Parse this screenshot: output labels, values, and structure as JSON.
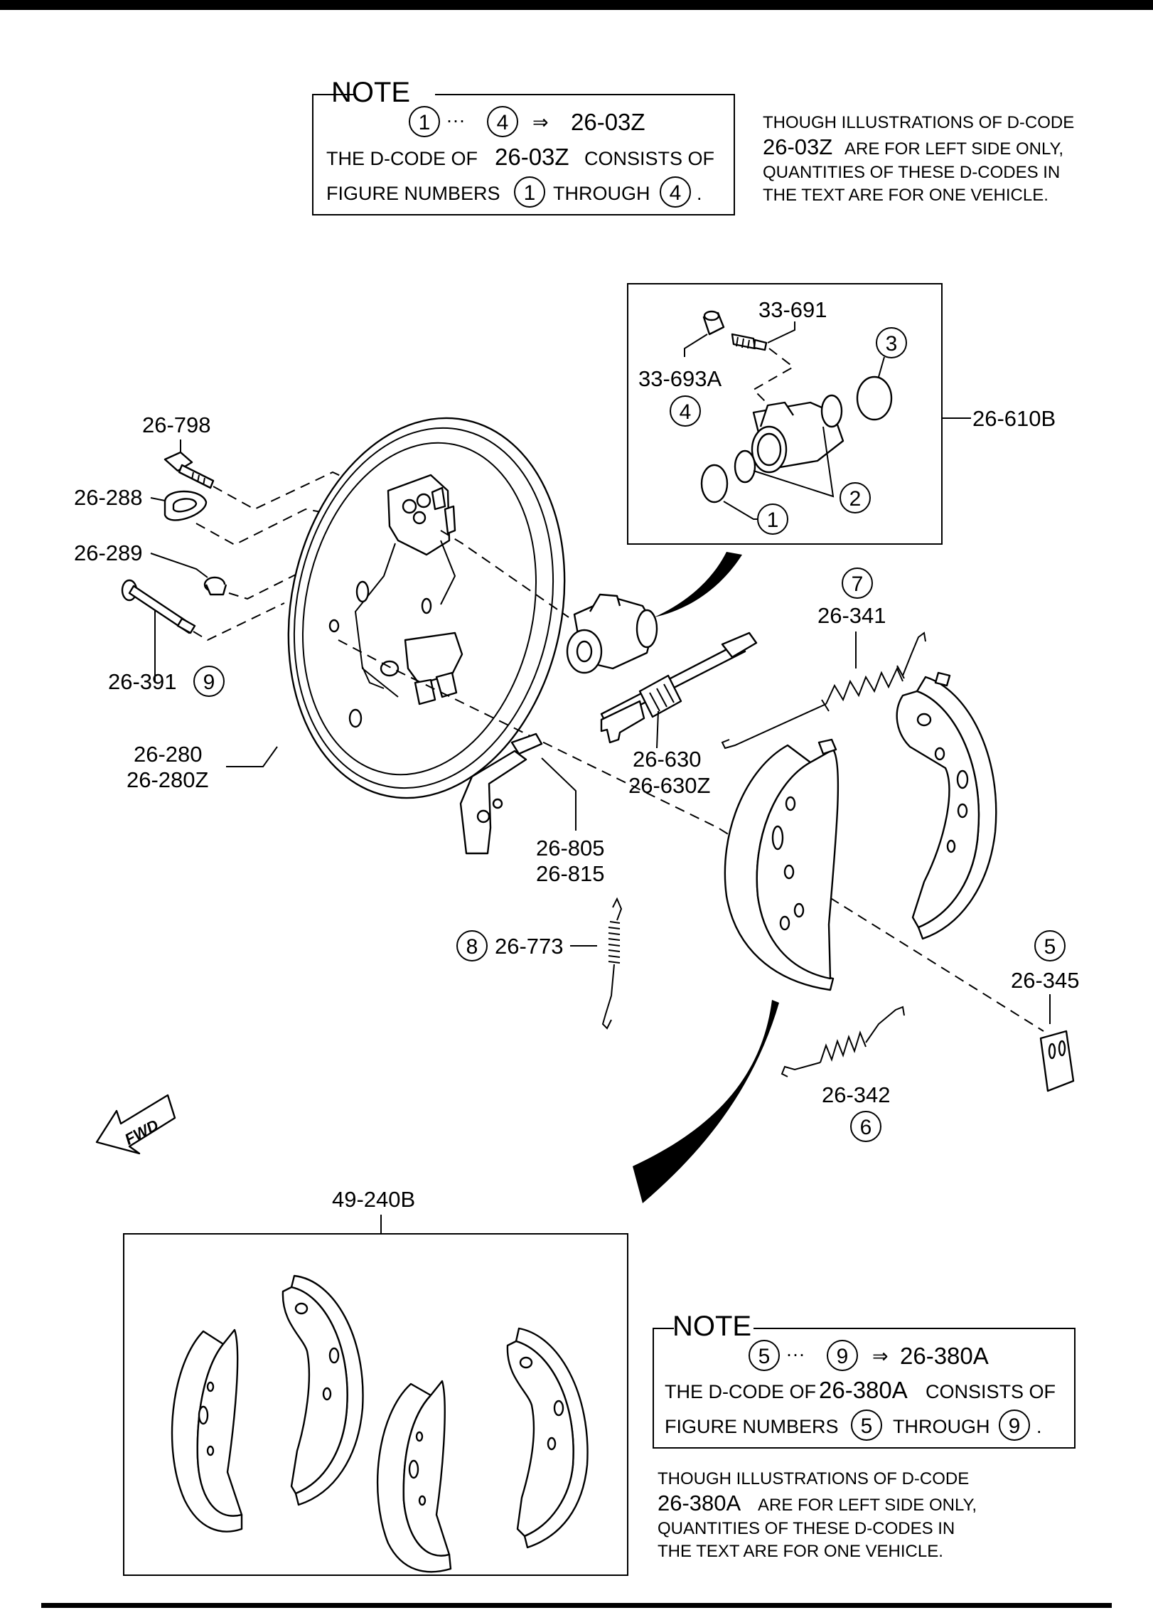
{
  "note1": {
    "title": "NOTE",
    "range_start": "1",
    "range_dots": "···",
    "range_end": "4",
    "arrow": "⇒",
    "code": "26-03Z",
    "line2_pre": "THE D-CODE OF",
    "line2_code": "26-03Z",
    "line2_post": "CONSISTS OF",
    "line3_pre": "FIGURE NUMBERS",
    "line3_n1": "1",
    "line3_mid": "THROUGH",
    "line3_n2": "4",
    "line3_end": "."
  },
  "side_note1": {
    "l1": "THOUGH ILLUSTRATIONS OF D-CODE",
    "l2_code": "26-03Z",
    "l2_rest": "ARE FOR LEFT SIDE ONLY,",
    "l3": "QUANTITIES OF THESE D-CODES IN",
    "l4": "THE TEXT ARE FOR ONE VEHICLE."
  },
  "note2": {
    "title": "NOTE",
    "range_start": "5",
    "range_dots": "···",
    "range_end": "9",
    "arrow": "⇒",
    "code": "26-380A",
    "line2_pre": "THE D-CODE OF",
    "line2_code": "26-380A",
    "line2_post": "CONSISTS OF",
    "line3_pre": "FIGURE NUMBERS",
    "line3_n1": "5",
    "line3_mid": "THROUGH",
    "line3_n2": "9",
    "line3_end": "."
  },
  "side_note2": {
    "l1": "THOUGH ILLUSTRATIONS OF D-CODE",
    "l2_code": "26-380A",
    "l2_rest": "ARE FOR LEFT SIDE ONLY,",
    "l3": "QUANTITIES OF THESE D-CODES IN",
    "l4": "THE TEXT ARE FOR ONE VEHICLE."
  },
  "parts": {
    "p33_691": "33-691",
    "p33_693A": "33-693A",
    "p26_610B": "26-610B",
    "p26_798": "26-798",
    "p26_288": "26-288",
    "p26_289": "26-289",
    "p26_391": "26-391",
    "p26_280": "26-280",
    "p26_280Z": "26-280Z",
    "p26_341": "26-341",
    "p26_630": "26-630",
    "p26_630Z": "26-630Z",
    "p26_805": "26-805",
    "p26_815": "26-815",
    "p26_773": "26-773",
    "p26_345": "26-345",
    "p26_342": "26-342",
    "p49_240B": "49-240B"
  },
  "figure_numbers": {
    "f1": "1",
    "f2": "2",
    "f3": "3",
    "f4": "4",
    "f5": "5",
    "f6": "6",
    "f7": "7",
    "f8": "8",
    "f9": "9"
  },
  "fwd": "FWD"
}
